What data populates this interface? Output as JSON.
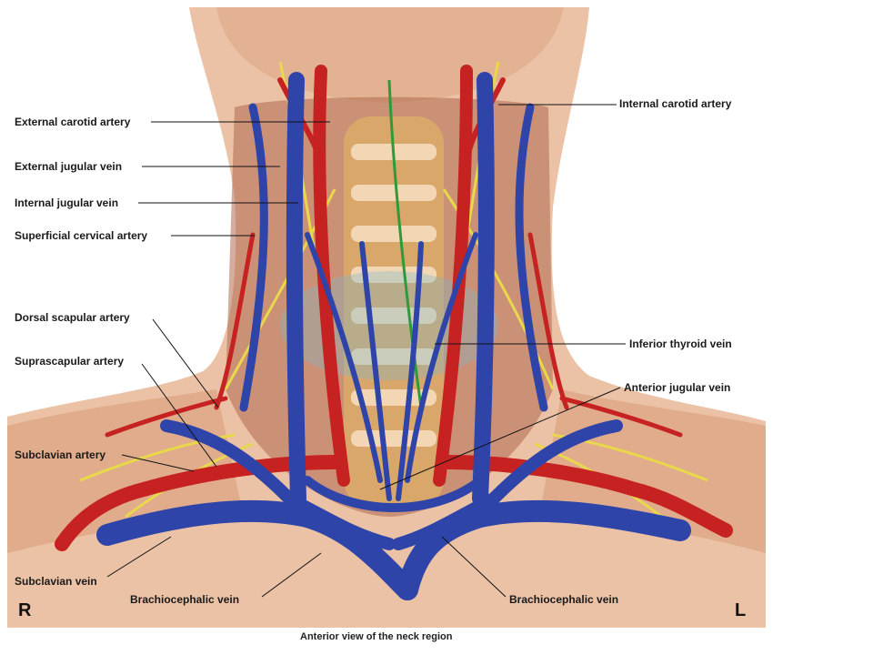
{
  "labels": {
    "external_carotid_artery": "External carotid artery",
    "external_jugular_vein": "External jugular vein",
    "internal_jugular_vein": "Internal jugular vein",
    "superficial_cervical_artery": "Superficial cervical artery",
    "dorsal_scapular_artery": "Dorsal scapular artery",
    "suprascapular_artery": "Suprascapular artery",
    "subclavian_artery": "Subclavian artery",
    "subclavian_vein": "Subclavian vein",
    "brachiocephalic_vein_right": "Brachiocephalic vein",
    "brachiocephalic_vein_left": "Brachiocephalic vein",
    "internal_carotid_artery": "Internal carotid artery",
    "inferior_thyroid_vein": "Inferior thyroid vein",
    "anterior_jugular_vein": "Anterior jugular vein"
  },
  "side_markers": {
    "right": "R",
    "left": "L"
  },
  "caption": "Anterior view of the neck region",
  "colors": {
    "skin": "#ecc2a6",
    "skin_shadow": "#d9a07f",
    "vein": "#2f44a8",
    "artery": "#c72222",
    "nerve": "#e8d84a",
    "spine": "#d9a76a",
    "background": "#ffffff"
  }
}
